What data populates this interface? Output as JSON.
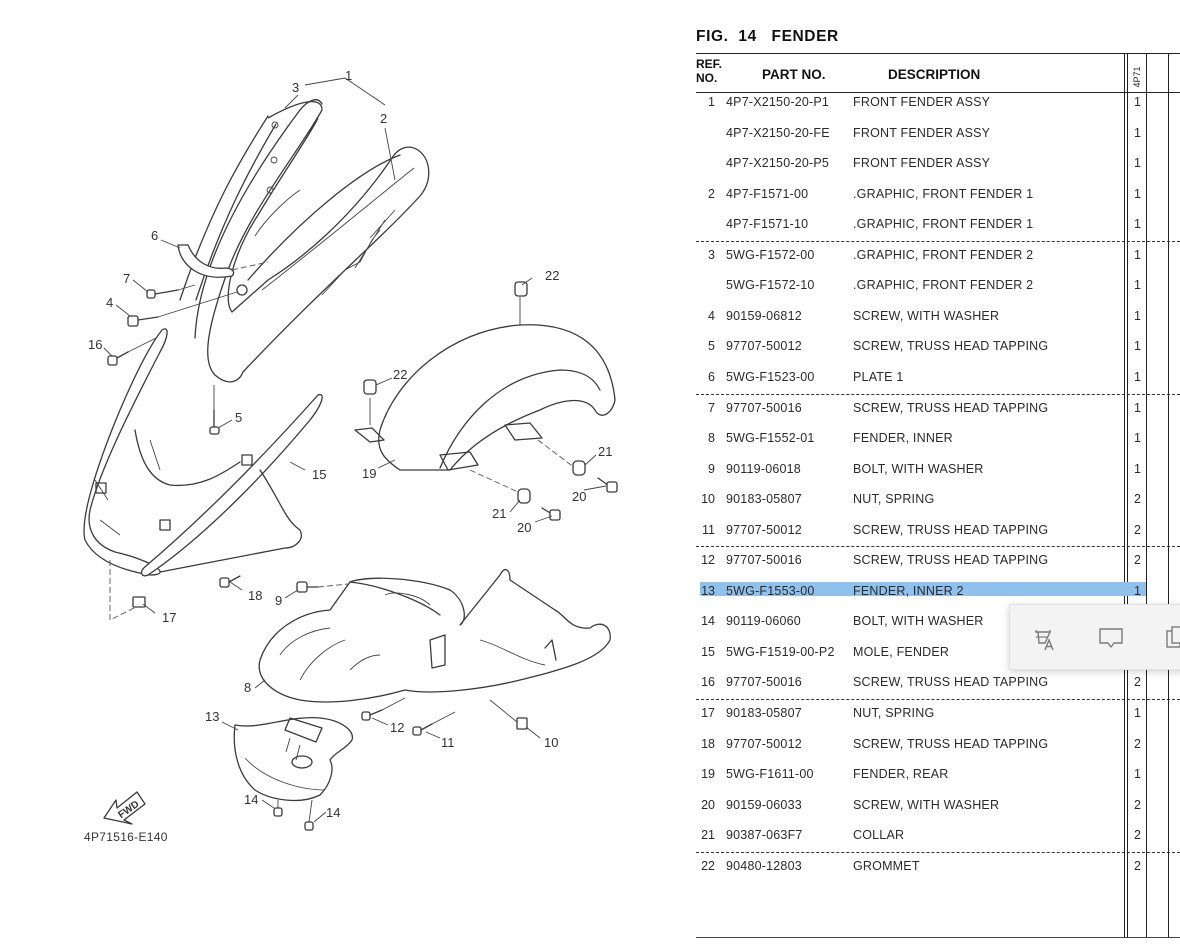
{
  "figure": {
    "title": "FIG.  14   FENDER",
    "diagram_code": "4P71516-E140",
    "fwd_label": "FWD",
    "callouts": [
      "1",
      "2",
      "3",
      "4",
      "5",
      "6",
      "7",
      "8",
      "9",
      "10",
      "11",
      "12",
      "13",
      "14",
      "14",
      "15",
      "16",
      "17",
      "18",
      "19",
      "20",
      "20",
      "21",
      "21",
      "22",
      "22"
    ]
  },
  "table": {
    "headers": {
      "ref": "REF.\nNO.",
      "ref_line1": "REF.",
      "ref_line2": "NO.",
      "part_no": "PART NO.",
      "description": "DESCRIPTION",
      "model": "4P71"
    },
    "rows": [
      {
        "ref": "1",
        "part_no": "4P7-X2150-20-P1",
        "description": "FRONT FENDER ASSY",
        "qty": "1"
      },
      {
        "ref": "",
        "part_no": "4P7-X2150-20-FE",
        "description": "FRONT FENDER ASSY",
        "qty": "1"
      },
      {
        "ref": "",
        "part_no": "4P7-X2150-20-P5",
        "description": "FRONT FENDER ASSY",
        "qty": "1"
      },
      {
        "ref": "2",
        "part_no": "4P7-F1571-00",
        "description": ".GRAPHIC, FRONT FENDER 1",
        "qty": "1"
      },
      {
        "ref": "",
        "part_no": "4P7-F1571-10",
        "description": ".GRAPHIC, FRONT FENDER 1",
        "qty": "1"
      },
      {
        "ref": "3",
        "part_no": "5WG-F1572-00",
        "description": ".GRAPHIC, FRONT FENDER 2",
        "qty": "1"
      },
      {
        "ref": "",
        "part_no": "5WG-F1572-10",
        "description": ".GRAPHIC, FRONT FENDER 2",
        "qty": "1"
      },
      {
        "ref": "4",
        "part_no": "90159-06812",
        "description": "SCREW, WITH WASHER",
        "qty": "1"
      },
      {
        "ref": "5",
        "part_no": "97707-50012",
        "description": "SCREW, TRUSS HEAD TAPPING",
        "qty": "1"
      },
      {
        "ref": "6",
        "part_no": "5WG-F1523-00",
        "description": "PLATE 1",
        "qty": "1"
      },
      {
        "ref": "7",
        "part_no": "97707-50016",
        "description": "SCREW, TRUSS HEAD TAPPING",
        "qty": "1"
      },
      {
        "ref": "8",
        "part_no": "5WG-F1552-01",
        "description": "FENDER, INNER",
        "qty": "1"
      },
      {
        "ref": "9",
        "part_no": "90119-06018",
        "description": "BOLT, WITH WASHER",
        "qty": "1"
      },
      {
        "ref": "10",
        "part_no": "90183-05807",
        "description": "NUT, SPRING",
        "qty": "2"
      },
      {
        "ref": "11",
        "part_no": "97707-50012",
        "description": "SCREW, TRUSS HEAD TAPPING",
        "qty": "2"
      },
      {
        "ref": "12",
        "part_no": "97707-50016",
        "description": "SCREW, TRUSS HEAD TAPPING",
        "qty": "2"
      },
      {
        "ref": "13",
        "part_no": "5WG-F1553-00",
        "description": "FENDER, INNER 2",
        "qty": "1",
        "selected": true
      },
      {
        "ref": "14",
        "part_no": "90119-06060",
        "description": "BOLT, WITH WASHER",
        "qty": ""
      },
      {
        "ref": "15",
        "part_no": "5WG-F1519-00-P2",
        "description": "MOLE, FENDER",
        "qty": ""
      },
      {
        "ref": "16",
        "part_no": "97707-50016",
        "description": "SCREW, TRUSS HEAD TAPPING",
        "qty": "2"
      },
      {
        "ref": "17",
        "part_no": "90183-05807",
        "description": "NUT, SPRING",
        "qty": "1"
      },
      {
        "ref": "18",
        "part_no": "97707-50012",
        "description": "SCREW, TRUSS HEAD TAPPING",
        "qty": "2"
      },
      {
        "ref": "19",
        "part_no": "5WG-F1611-00",
        "description": "FENDER, REAR",
        "qty": "1"
      },
      {
        "ref": "20",
        "part_no": "90159-06033",
        "description": "SCREW, WITH WASHER",
        "qty": "2"
      },
      {
        "ref": "21",
        "part_no": "90387-063F7",
        "description": "COLLAR",
        "qty": "2"
      },
      {
        "ref": "22",
        "part_no": "90480-12803",
        "description": "GROMMET",
        "qty": "2"
      }
    ],
    "group_dividers_after_ref": [
      "2",
      "6",
      "11",
      "16",
      "21"
    ]
  },
  "selection_popup": {
    "buttons": [
      {
        "name": "translate-button",
        "icon": "translate-icon"
      },
      {
        "name": "comment-button",
        "icon": "comment-icon"
      },
      {
        "name": "copy-button",
        "icon": "copy-icon"
      }
    ]
  },
  "colors": {
    "selection_highlight": "#8fc1ec",
    "popup_background": "#f3f3f3"
  }
}
